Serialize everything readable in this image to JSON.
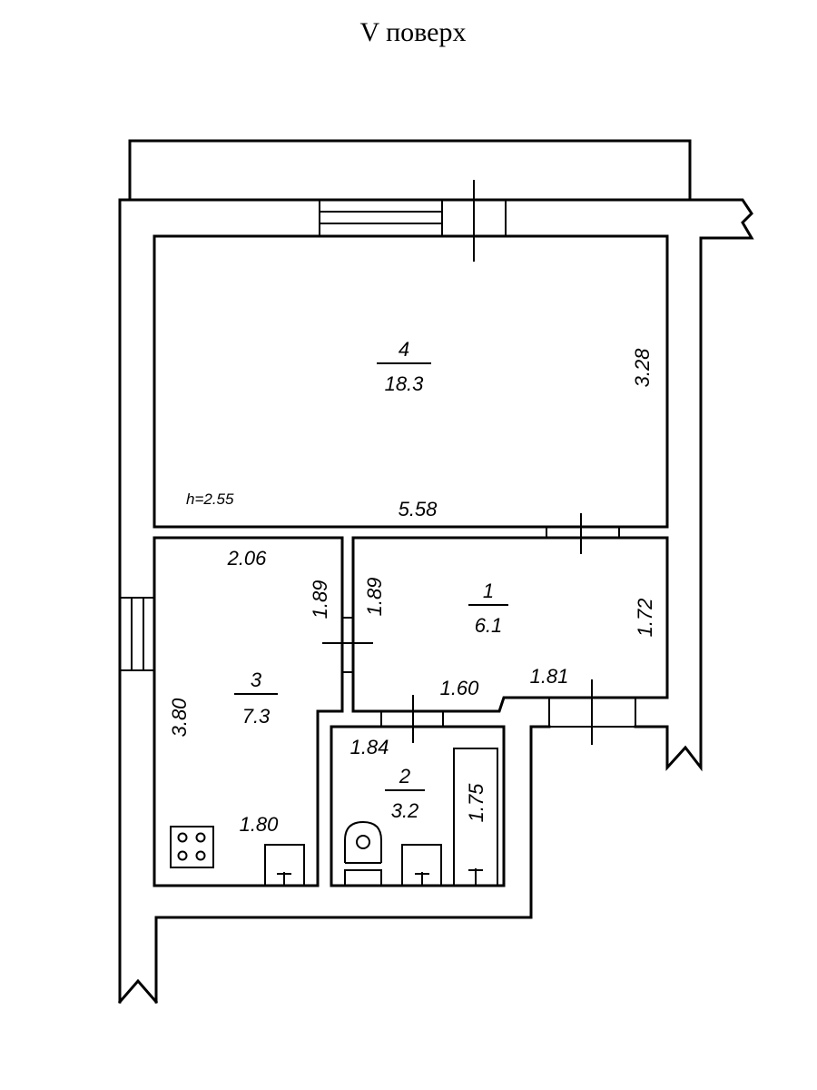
{
  "floor_title": "V поверх",
  "ceiling_height": "h=2.55",
  "rooms": [
    {
      "number": "4",
      "area": "18.3"
    },
    {
      "number": "1",
      "area": "6.1"
    },
    {
      "number": "3",
      "area": "7.3"
    },
    {
      "number": "2",
      "area": "3.2"
    }
  ],
  "dimensions": {
    "room4_width": "5.58",
    "room4_depth": "3.28",
    "room3_top": "2.06",
    "room3_right": "1.89",
    "room3_left": "3.80",
    "room3_bottom": "1.80",
    "room1_left": "1.89",
    "room1_right": "1.72",
    "room1_bottom_left": "1.60",
    "room1_bottom_right": "1.81",
    "room2_top": "1.84",
    "bathtub_length": "1.75"
  }
}
